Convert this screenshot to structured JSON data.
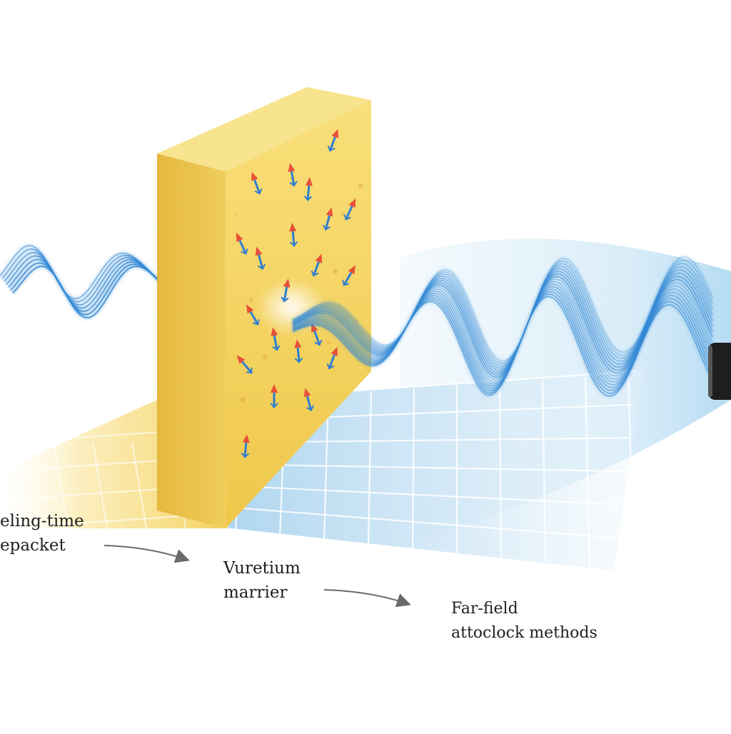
{
  "labels": {
    "left": {
      "line1": "eling-time",
      "line2": "epacket"
    },
    "middle": {
      "line1": "Vuretium",
      "line2": "marrier"
    },
    "right": {
      "line1": "Far-field",
      "line2": "attoclock methods"
    }
  },
  "colors": {
    "barrier_front": "#f6d968",
    "barrier_side": "#e9c04a",
    "barrier_top": "#f8e48e",
    "wave": "#2f86d4",
    "floor_blue": "#cfe6f5",
    "floor_yellow": "#fbe9a8",
    "arrow_red": "#e8503a",
    "arrow_blue": "#2f7fd0",
    "label_arrow": "#6a6a6a",
    "detector": "#1e1e1e"
  },
  "icons": {
    "detector": "detector-icon",
    "spin_arrow": "spin-arrow-icon",
    "flow_arrow": "flow-arrow-icon"
  }
}
